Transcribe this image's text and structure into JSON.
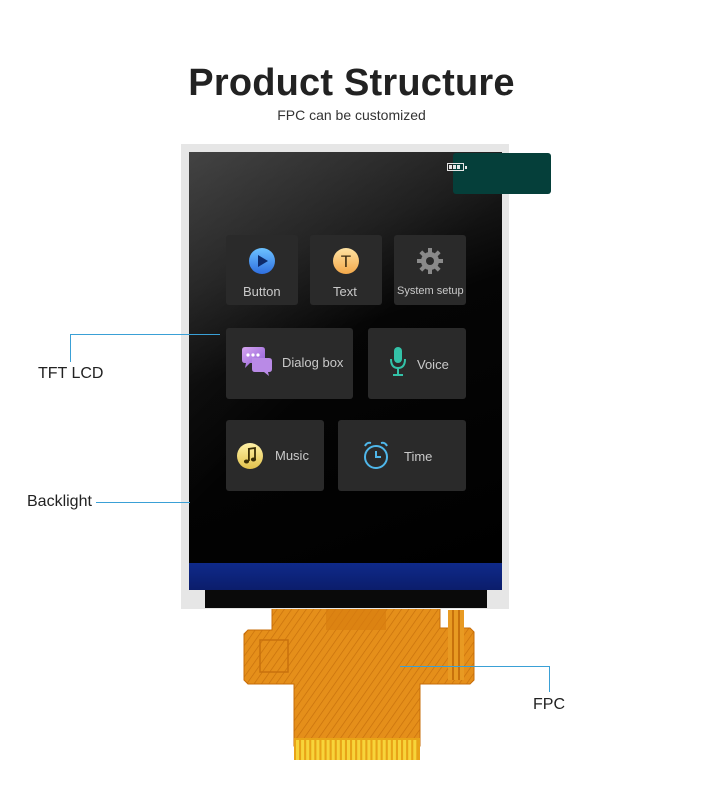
{
  "header": {
    "title": "Product Structure",
    "subtitle": "FPC can be customized"
  },
  "screen": {
    "tiles": [
      {
        "label": "Button",
        "icon": "play-icon"
      },
      {
        "label": "Text",
        "icon": "text-t-icon"
      },
      {
        "label": "System setup",
        "icon": "gear-icon"
      },
      {
        "label": "Dialog box",
        "icon": "chat-bubbles-icon"
      },
      {
        "label": "Voice",
        "icon": "microphone-icon"
      },
      {
        "label": "Music",
        "icon": "music-note-icon"
      },
      {
        "label": "Time",
        "icon": "alarm-clock-icon"
      }
    ],
    "text_icon_letter": "T"
  },
  "callouts": {
    "tft_lcd": "TFT LCD",
    "backlight": "Backlight",
    "fpc": "FPC"
  },
  "colors": {
    "callout_line": "#3aa0d6",
    "fpc_orange": "#e08a17",
    "fpc_gold": "#f2c21a",
    "connector_green": "#053f3a",
    "backlight_blue": "#0f2a8a"
  }
}
